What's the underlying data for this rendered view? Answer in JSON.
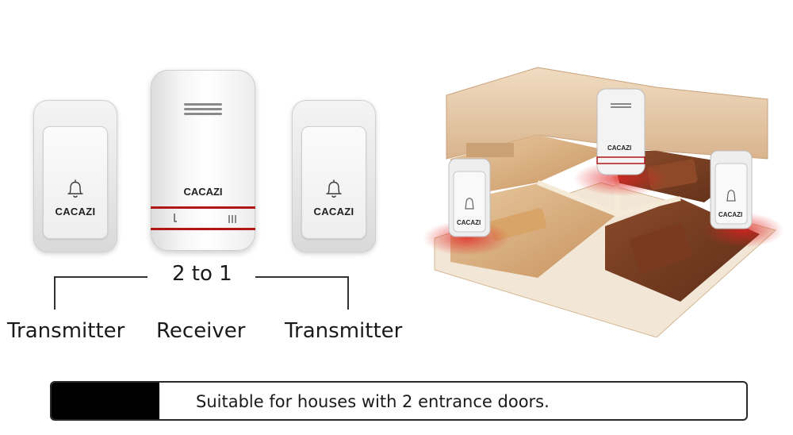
{
  "brand": "CACAZI",
  "connection_label": "2 to 1",
  "labels": {
    "left_transmitter": "Transmitter",
    "receiver": "Receiver",
    "right_transmitter": "Transmitter"
  },
  "banner": {
    "text": "Suitable for houses with 2 entrance doors."
  },
  "colors": {
    "accent_red": "#b01818",
    "banner_block": "#000000",
    "device_white": "#f2f2f2"
  },
  "icons": {
    "transmitter_button": "bell-icon"
  }
}
